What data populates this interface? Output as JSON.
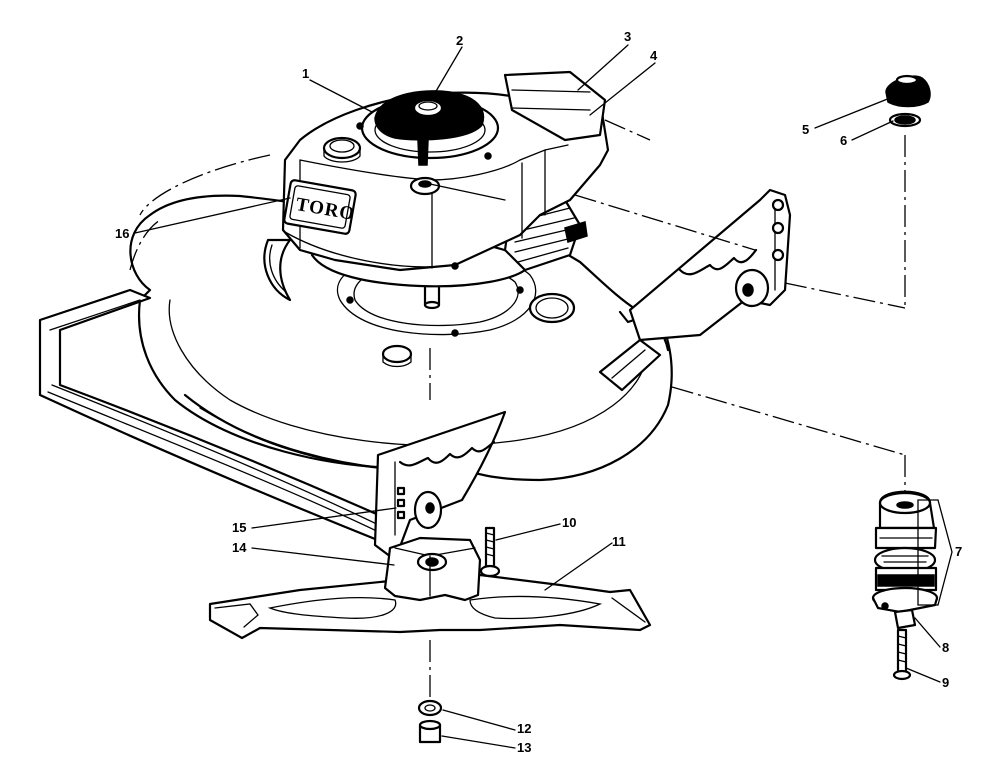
{
  "brand_logo": "TORO",
  "callouts": [
    {
      "id": "1",
      "label": "1"
    },
    {
      "id": "2",
      "label": "2"
    },
    {
      "id": "3",
      "label": "3"
    },
    {
      "id": "4",
      "label": "4"
    },
    {
      "id": "5",
      "label": "5"
    },
    {
      "id": "6",
      "label": "6"
    },
    {
      "id": "7",
      "label": "7"
    },
    {
      "id": "8",
      "label": "8"
    },
    {
      "id": "9",
      "label": "9"
    },
    {
      "id": "10",
      "label": "10"
    },
    {
      "id": "11",
      "label": "11"
    },
    {
      "id": "12",
      "label": "12"
    },
    {
      "id": "13",
      "label": "13"
    },
    {
      "id": "14",
      "label": "14"
    },
    {
      "id": "15",
      "label": "15"
    },
    {
      "id": "16",
      "label": "16"
    }
  ]
}
